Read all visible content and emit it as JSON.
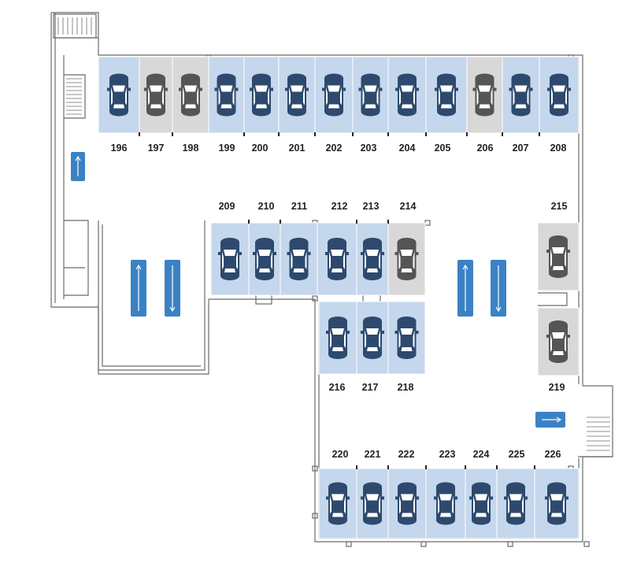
{
  "colors": {
    "available": "#c5d7ec",
    "occupied": "#d8d8d8",
    "arrow": "#3b82c4",
    "wall": "#6b6b6b",
    "car_blue": "#2d4a6e",
    "car_gray": "#555555"
  },
  "icons": {
    "car": "car-top-view-icon",
    "arrow_up": "arrow-up-icon",
    "arrow_down": "arrow-down-icon",
    "arrow_right": "arrow-right-icon",
    "stairs": "stairs-icon"
  },
  "spots": [
    {
      "id": "196",
      "status": "available"
    },
    {
      "id": "197",
      "status": "occupied"
    },
    {
      "id": "198",
      "status": "occupied"
    },
    {
      "id": "199",
      "status": "available"
    },
    {
      "id": "200",
      "status": "available"
    },
    {
      "id": "201",
      "status": "available"
    },
    {
      "id": "202",
      "status": "available"
    },
    {
      "id": "203",
      "status": "available"
    },
    {
      "id": "204",
      "status": "available"
    },
    {
      "id": "205",
      "status": "available"
    },
    {
      "id": "206",
      "status": "occupied"
    },
    {
      "id": "207",
      "status": "available"
    },
    {
      "id": "208",
      "status": "available"
    },
    {
      "id": "209",
      "status": "available"
    },
    {
      "id": "210",
      "status": "available"
    },
    {
      "id": "211",
      "status": "available"
    },
    {
      "id": "212",
      "status": "available"
    },
    {
      "id": "213",
      "status": "available"
    },
    {
      "id": "214",
      "status": "occupied"
    },
    {
      "id": "215",
      "status": "occupied"
    },
    {
      "id": "216",
      "status": "available"
    },
    {
      "id": "217",
      "status": "available"
    },
    {
      "id": "218",
      "status": "available"
    },
    {
      "id": "219",
      "status": "occupied"
    },
    {
      "id": "220",
      "status": "available"
    },
    {
      "id": "221",
      "status": "available"
    },
    {
      "id": "222",
      "status": "available"
    },
    {
      "id": "223",
      "status": "available"
    },
    {
      "id": "224",
      "status": "available"
    },
    {
      "id": "225",
      "status": "available"
    },
    {
      "id": "226",
      "status": "available"
    }
  ]
}
